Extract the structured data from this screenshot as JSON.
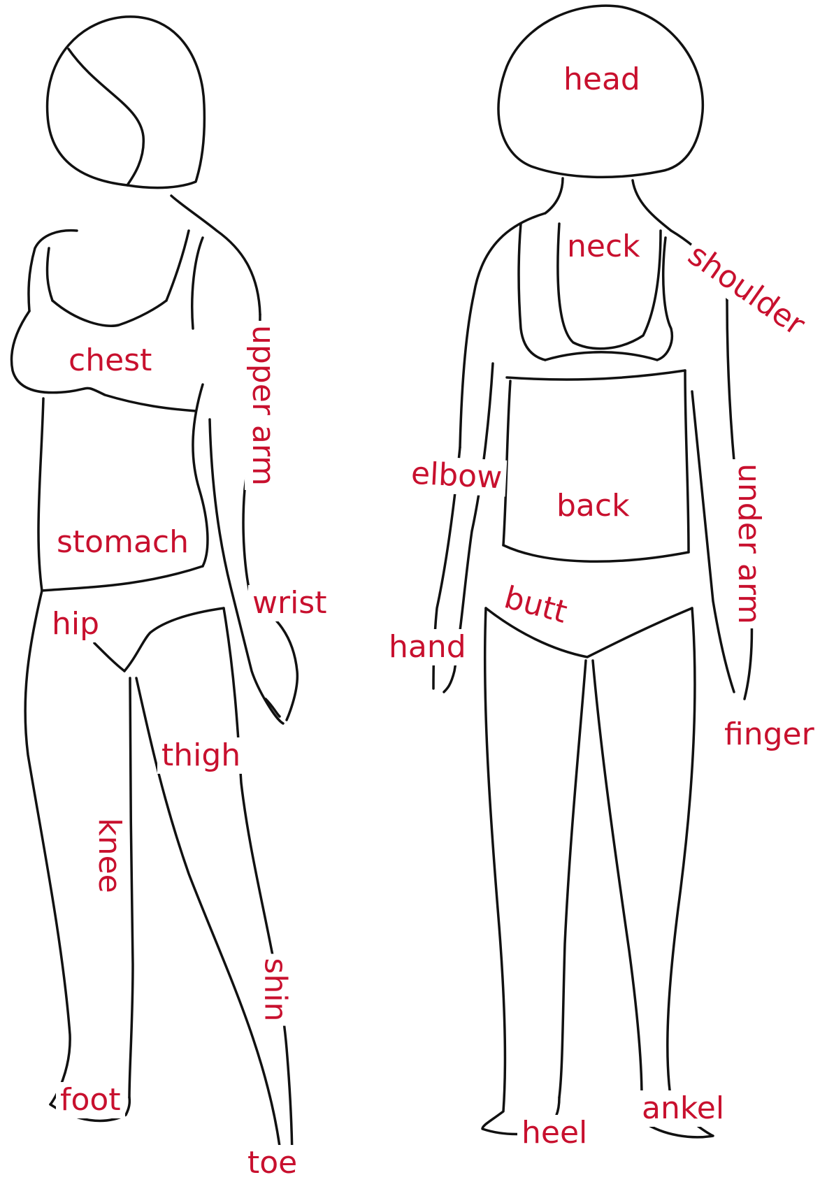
{
  "label_color": "#c8102e",
  "labels": {
    "front": {
      "chest": "chest",
      "upper_arm": "upper arm",
      "stomach": "stomach",
      "wrist": "wrist",
      "hip": "hip",
      "thigh": "thigh",
      "knee": "knee",
      "shin": "shin",
      "foot": "foot",
      "toe": "toe"
    },
    "back": {
      "head": "head",
      "neck": "neck",
      "shoulder": "shoulder",
      "elbow": "elbow",
      "back": "back",
      "under_arm": "under arm",
      "butt": "butt",
      "hand": "hand",
      "finger": "finger",
      "heel": "heel",
      "ankel": "ankel"
    }
  }
}
